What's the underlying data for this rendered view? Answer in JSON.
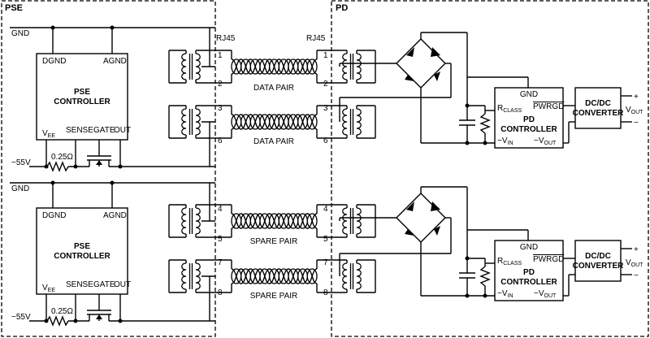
{
  "sections": {
    "pse": "PSE",
    "pd": "PD"
  },
  "connector_label": "RJ45",
  "gnd_label": "GND",
  "supply_label": "−55V",
  "sense_resistor_label": "0.25Ω",
  "pse_controller": {
    "title_line1": "PSE",
    "title_line2": "CONTROLLER",
    "dgnd": "DGND",
    "agnd": "AGND",
    "vee_main": "V",
    "vee_sub": "EE",
    "sense": "SENSE",
    "gate": "GATE",
    "out": "OUT"
  },
  "pd_controller": {
    "title_line1": "PD",
    "title_line2": "CONTROLLER",
    "gnd": "GND",
    "rclass_main": "R",
    "rclass_sub": "CLASS",
    "pwrgd": "PWRGD",
    "vin_main": "−V",
    "vin_sub": "IN",
    "vout_main": "−V",
    "vout_sub": "OUT"
  },
  "converter": {
    "line1": "DC/DC",
    "line2": "CONVERTER"
  },
  "output": {
    "main": "V",
    "sub": "OUT",
    "plus": "+",
    "minus": "−"
  },
  "pairs": {
    "top1": "DATA PAIR",
    "top2": "DATA PAIR",
    "bottom1": "SPARE PAIR",
    "bottom2": "SPARE PAIR"
  },
  "pins": {
    "top": [
      "1",
      "2",
      "3",
      "6"
    ],
    "bottom": [
      "4",
      "5",
      "7",
      "8"
    ]
  }
}
